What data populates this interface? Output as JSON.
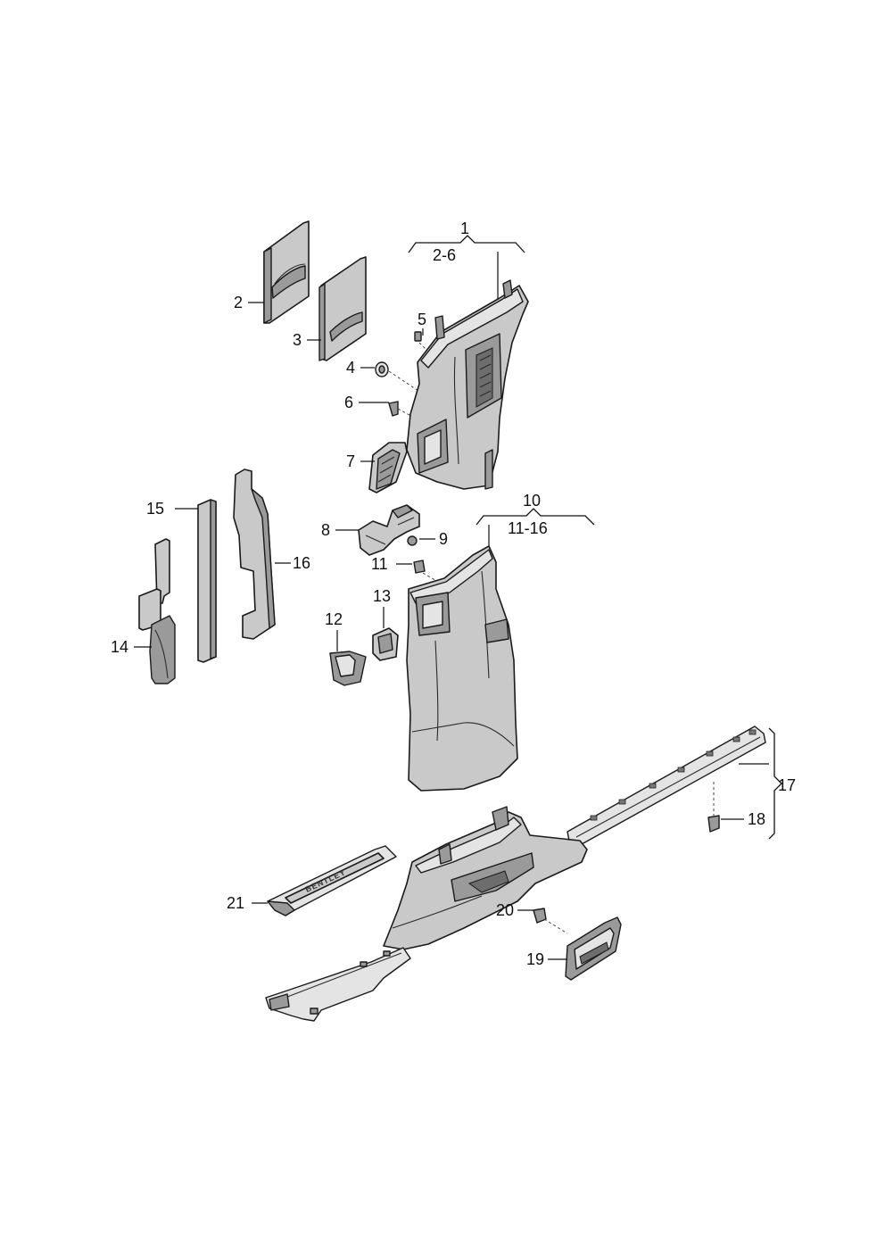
{
  "diagram": {
    "callouts": {
      "p1": "1",
      "p1_range": "2-6",
      "p2": "2",
      "p3": "3",
      "p4": "4",
      "p5": "5",
      "p6": "6",
      "p7": "7",
      "p8": "8",
      "p9": "9",
      "p10": "10",
      "p10_range": "11-16",
      "p11": "11",
      "p12": "12",
      "p13": "13",
      "p14": "14",
      "p15": "15",
      "p16": "16",
      "p17": "17",
      "p18": "18",
      "p19": "19",
      "p20": "20",
      "p21": "21"
    },
    "sill_brand_text": "BENTLEY"
  }
}
